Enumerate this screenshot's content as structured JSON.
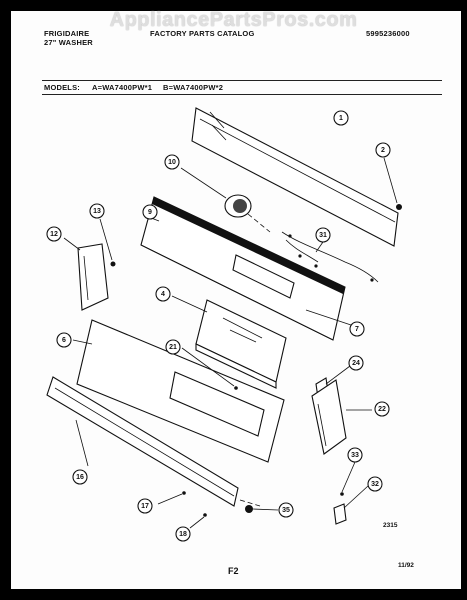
{
  "watermark": "AppliancePartsPros.com",
  "header": {
    "brand": "FRIGIDAIRE",
    "product": "27\" WASHER",
    "catalog": "FACTORY PARTS CATALOG",
    "catalog_number": "5995236000"
  },
  "models": {
    "label": "MODELS:",
    "model_a": "A=WA7400PW*1",
    "model_b": "B=WA7400PW*2"
  },
  "callouts": [
    "1",
    "2",
    "10",
    "9",
    "13",
    "12",
    "31",
    "4",
    "7",
    "6",
    "21",
    "24",
    "22",
    "16",
    "33",
    "32",
    "17",
    "35",
    "18"
  ],
  "footer": {
    "diagram_number": "2315",
    "page": "F2",
    "date": "11/92"
  }
}
